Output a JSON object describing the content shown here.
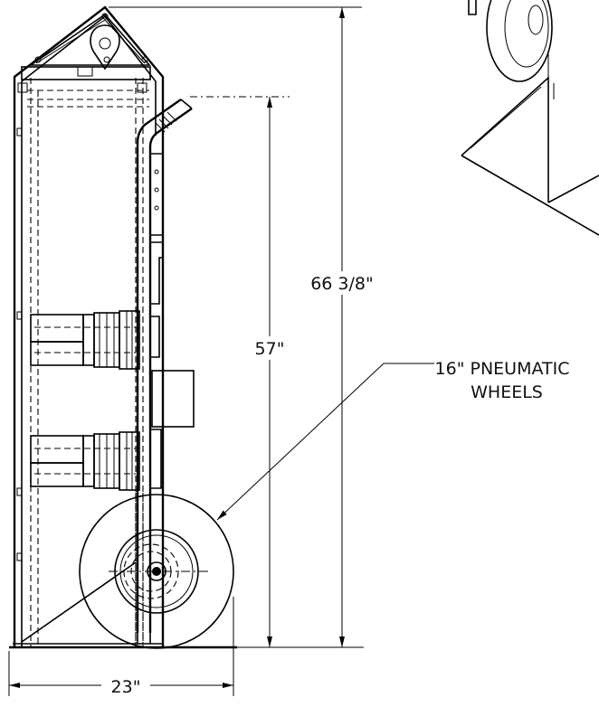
{
  "dimensions": {
    "overall_height": "66 3/8\"",
    "handle_height": "57\"",
    "width": "23\""
  },
  "callout": {
    "line1": "16\" PNEUMATIC",
    "line2": "WHEELS"
  }
}
